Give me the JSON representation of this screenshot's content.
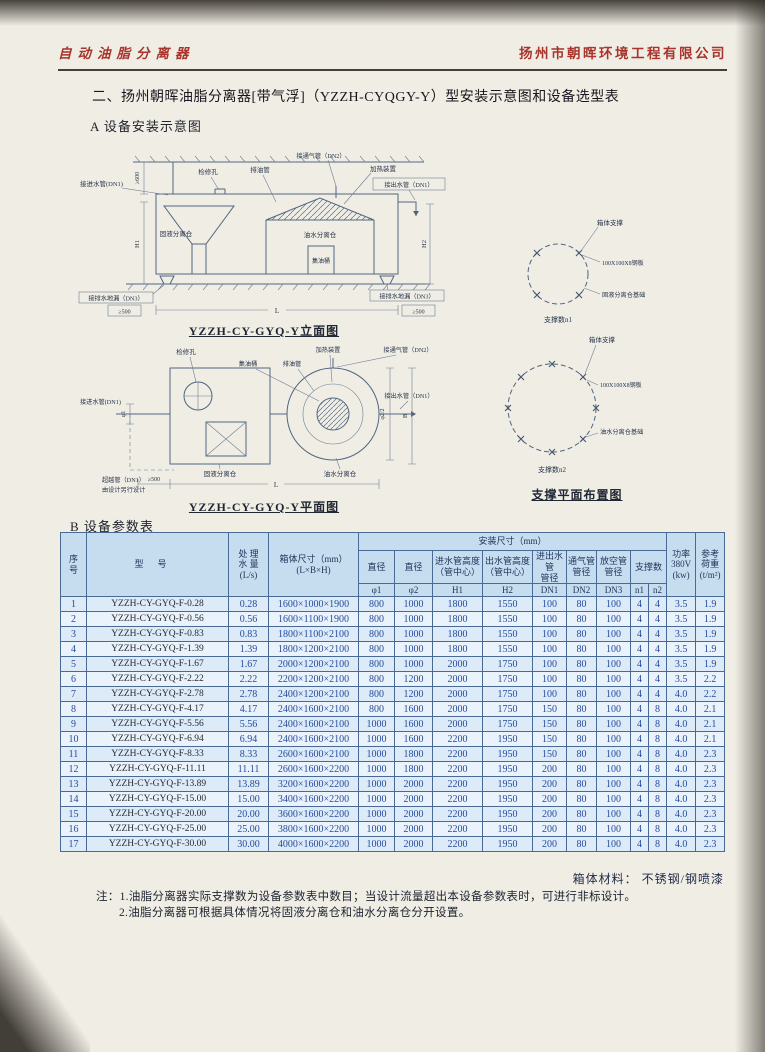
{
  "header": {
    "brand_left": "自动油脂分离器",
    "company_right": "扬州市朝晖环境工程有限公司"
  },
  "title": "二、扬州朝晖油脂分离器[带气浮]（YZZH-CYQGY-Y）型安装示意图和设备选型表",
  "sections": {
    "a_label": "A 设备安装示意图",
    "b_label": "B 设备参数表"
  },
  "elevation": {
    "caption": "YZZH-CY-GYQ-Y立面图",
    "labels": {
      "dim_600": "≥600",
      "inlet": "接进水管(DN1)",
      "inspection": "检修孔",
      "oil_pipe": "排油管",
      "vent": "接通气管（DN2）",
      "heater": "加热装置",
      "outlet": "接出水管（DN1）",
      "solid_chamber": "固液分离仓",
      "oil_chamber": "油水分离仓",
      "oil_barrel": "集油桶",
      "drain_left": "接排水地漏（DN3）",
      "drain_right": "接排水地漏（DN3）",
      "h1": "H1",
      "h2": "H2",
      "l": "L",
      "dim_500_left": "≥500",
      "dim_500_right": "≥500"
    }
  },
  "plan": {
    "caption": "YZZH-CY-GYQ-Y平面图",
    "labels": {
      "inspection": "检修孔",
      "heater": "加热装置",
      "vent": "接通气管（DN2）",
      "oil_barrel": "集油桶",
      "oil_pipe": "排油管",
      "inlet": "接进水管(DN1)",
      "outlet": "接出水管（DN1）",
      "phi1": "φ1",
      "phi2": "φ2/2",
      "b": "B",
      "solid_chamber": "固液分离仓",
      "oil_chamber": "油水分离仓",
      "bypass1": "超越管（DN1）",
      "bypass2": "由设计另行设计",
      "dim_500": "≥500",
      "l": "L"
    }
  },
  "support": {
    "caption": "支撑平面布置图",
    "top": {
      "support": "箱体支撑",
      "plate": "100X100X8钢板",
      "base": "固液分离仓基础",
      "count": "支撑数n1"
    },
    "bottom": {
      "support": "箱体支撑",
      "plate": "100X100X8钢板",
      "base": "油水分离仓基础",
      "count": "支撑数n2"
    }
  },
  "table": {
    "headers": {
      "seq": "序\n号",
      "model": "型号",
      "capacity": "处 理\n水 量\n(L/s)",
      "box": "箱体尺寸（mm）\n(L×B×H)",
      "install": "安装尺寸（mm）",
      "diameter1": "直径",
      "diameter2": "直径",
      "inlet_height": "进水管高度\n（管中心）",
      "outlet_height": "出水管高度\n（管中心）",
      "io_dn": "进出水管\n管径",
      "vent_dn": "通气管\n管径",
      "drain_dn": "放空管\n管径",
      "supports": "支撑数",
      "sub": [
        "φ1",
        "φ2",
        "H1",
        "H2",
        "DN1",
        "DN2",
        "DN3",
        "n1",
        "n2"
      ],
      "power": "功率\n380V\n(kw)",
      "load": "参考\n荷重\n(t/m²)"
    },
    "rows": [
      [
        "1",
        "YZZH-CY-GYQ-F-0.28",
        "0.28",
        "1600×1000×1900",
        "800",
        "1000",
        "1800",
        "1550",
        "100",
        "80",
        "100",
        "4",
        "4",
        "3.5",
        "1.9"
      ],
      [
        "2",
        "YZZH-CY-GYQ-F-0.56",
        "0.56",
        "1600×1100×1900",
        "800",
        "1000",
        "1800",
        "1550",
        "100",
        "80",
        "100",
        "4",
        "4",
        "3.5",
        "1.9"
      ],
      [
        "3",
        "YZZH-CY-GYQ-F-0.83",
        "0.83",
        "1800×1100×2100",
        "800",
        "1000",
        "1800",
        "1550",
        "100",
        "80",
        "100",
        "4",
        "4",
        "3.5",
        "1.9"
      ],
      [
        "4",
        "YZZH-CY-GYQ-F-1.39",
        "1.39",
        "1800×1200×2100",
        "800",
        "1000",
        "1800",
        "1550",
        "100",
        "80",
        "100",
        "4",
        "4",
        "3.5",
        "1.9"
      ],
      [
        "5",
        "YZZH-CY-GYQ-F-1.67",
        "1.67",
        "2000×1200×2100",
        "800",
        "1000",
        "2000",
        "1750",
        "100",
        "80",
        "100",
        "4",
        "4",
        "3.5",
        "1.9"
      ],
      [
        "6",
        "YZZH-CY-GYQ-F-2.22",
        "2.22",
        "2200×1200×2100",
        "800",
        "1200",
        "2000",
        "1750",
        "100",
        "80",
        "100",
        "4",
        "4",
        "3.5",
        "2.2"
      ],
      [
        "7",
        "YZZH-CY-GYQ-F-2.78",
        "2.78",
        "2400×1200×2100",
        "800",
        "1200",
        "2000",
        "1750",
        "100",
        "80",
        "100",
        "4",
        "4",
        "4.0",
        "2.2"
      ],
      [
        "8",
        "YZZH-CY-GYQ-F-4.17",
        "4.17",
        "2400×1600×2100",
        "800",
        "1600",
        "2000",
        "1750",
        "150",
        "80",
        "100",
        "4",
        "8",
        "4.0",
        "2.1"
      ],
      [
        "9",
        "YZZH-CY-GYQ-F-5.56",
        "5.56",
        "2400×1600×2100",
        "1000",
        "1600",
        "2000",
        "1750",
        "150",
        "80",
        "100",
        "4",
        "8",
        "4.0",
        "2.1"
      ],
      [
        "10",
        "YZZH-CY-GYQ-F-6.94",
        "6.94",
        "2400×1600×2100",
        "1000",
        "1600",
        "2200",
        "1950",
        "150",
        "80",
        "100",
        "4",
        "8",
        "4.0",
        "2.1"
      ],
      [
        "11",
        "YZZH-CY-GYQ-F-8.33",
        "8.33",
        "2600×1600×2100",
        "1000",
        "1800",
        "2200",
        "1950",
        "150",
        "80",
        "100",
        "4",
        "8",
        "4.0",
        "2.3"
      ],
      [
        "12",
        "YZZH-CY-GYQ-F-11.11",
        "11.11",
        "2600×1600×2200",
        "1000",
        "1800",
        "2200",
        "1950",
        "200",
        "80",
        "100",
        "4",
        "8",
        "4.0",
        "2.3"
      ],
      [
        "13",
        "YZZH-CY-GYQ-F-13.89",
        "13.89",
        "3200×1600×2200",
        "1000",
        "2000",
        "2200",
        "1950",
        "200",
        "80",
        "100",
        "4",
        "8",
        "4.0",
        "2.3"
      ],
      [
        "14",
        "YZZH-CY-GYQ-F-15.00",
        "15.00",
        "3400×1600×2200",
        "1000",
        "2000",
        "2200",
        "1950",
        "200",
        "80",
        "100",
        "4",
        "8",
        "4.0",
        "2.3"
      ],
      [
        "15",
        "YZZH-CY-GYQ-F-20.00",
        "20.00",
        "3600×1600×2200",
        "1000",
        "2000",
        "2200",
        "1950",
        "200",
        "80",
        "100",
        "4",
        "8",
        "4.0",
        "2.3"
      ],
      [
        "16",
        "YZZH-CY-GYQ-F-25.00",
        "25.00",
        "3800×1600×2200",
        "1000",
        "2000",
        "2200",
        "1950",
        "200",
        "80",
        "100",
        "4",
        "8",
        "4.0",
        "2.3"
      ],
      [
        "17",
        "YZZH-CY-GYQ-F-30.00",
        "30.00",
        "4000×1600×2200",
        "1000",
        "2000",
        "2200",
        "1950",
        "200",
        "80",
        "100",
        "4",
        "8",
        "4.0",
        "2.3"
      ]
    ]
  },
  "footer": {
    "material": "箱体材料：  不锈钢/钢喷漆",
    "note1": "注：1.油脂分离器实际支撑数为设备参数表中数目；当设计流量超出本设备参数表时，可进行非标设计。",
    "note2": "2.油脂分离器可根据具体情况将固液分离仓和油水分离仓分开设置。"
  },
  "colors": {
    "accent_red": "#a8342b",
    "paper": "#f0ede5",
    "table_border": "#4a6a96",
    "table_header_bg": "#c6dcef",
    "row_odd": "#dcebf7",
    "row_even": "#eaf3fb",
    "data_blue": "#264b9e"
  }
}
